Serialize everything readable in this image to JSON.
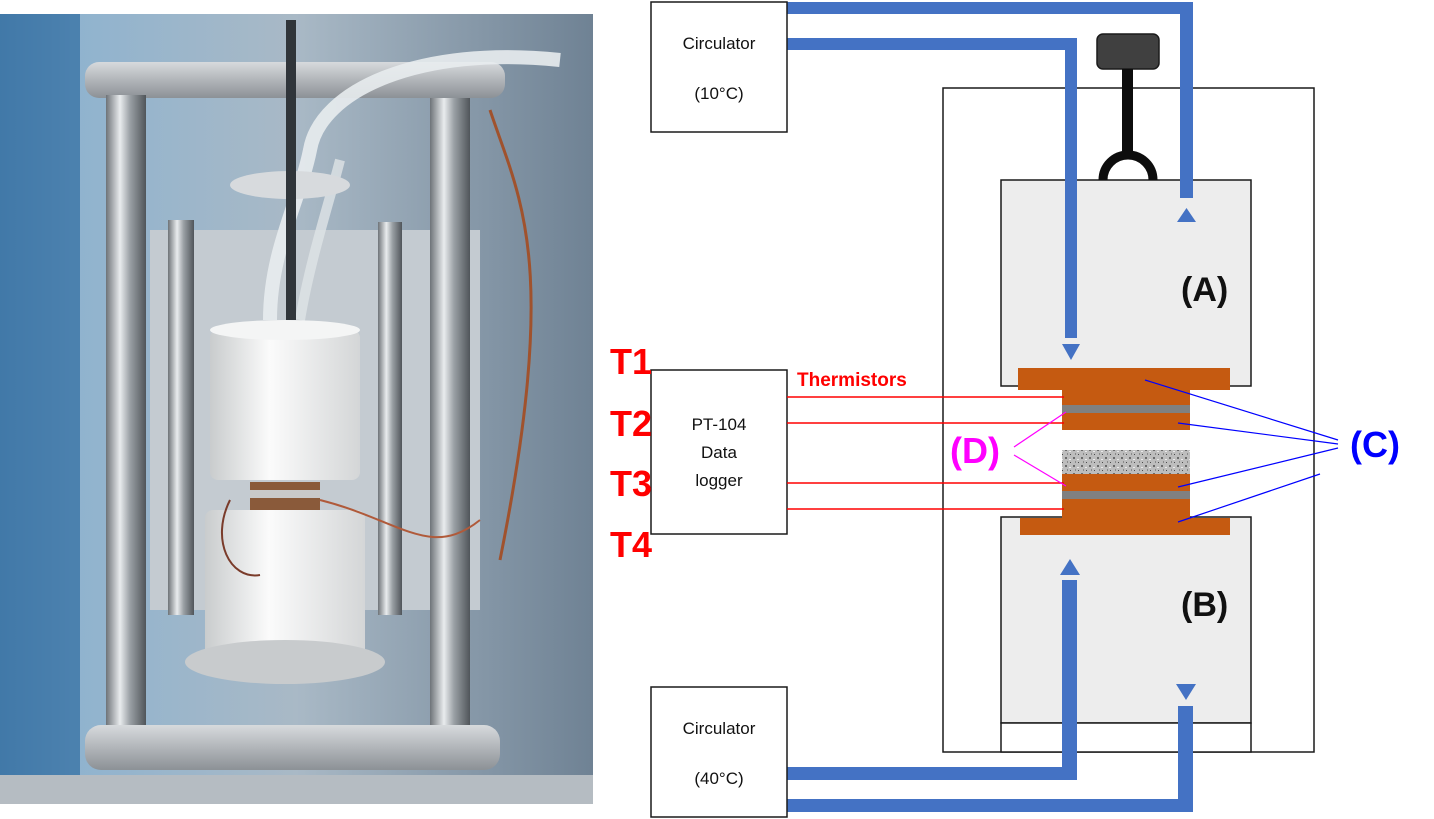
{
  "colors": {
    "pipe": "#4472C4",
    "copper": "#C55A11",
    "red": "#FF0000",
    "blue": "#0000FF",
    "magenta": "#FF00FF",
    "chamber_fill": "#EDEDED",
    "insulation": "#808080"
  },
  "photo": {
    "subject": "thermal conductivity test apparatus photo"
  },
  "circulator_top": {
    "line1": "Circulator",
    "line2": "(10°C)"
  },
  "circulator_bottom": {
    "line1": "Circulator",
    "line2": "(40°C)"
  },
  "logger": {
    "line1": "PT-104",
    "line2": "Data",
    "line3": "logger"
  },
  "thermistors_label": "Thermistors",
  "sensors": [
    "T1",
    "T2",
    "T3",
    "T4"
  ],
  "labels": {
    "a": "(A)",
    "b": "(B)",
    "c": "(C)",
    "d": "(D)"
  }
}
